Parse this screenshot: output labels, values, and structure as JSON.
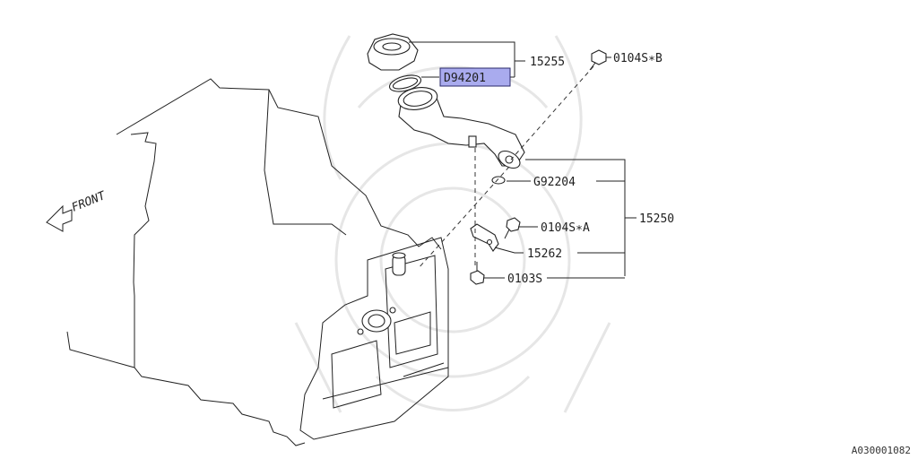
{
  "front_label": "FRONT",
  "callouts": {
    "p15255": "15255",
    "d94201": "D94201",
    "b0104_b": "0104S∗B",
    "g92204": "G92204",
    "p15250": "15250",
    "b0104_a": "0104S∗A",
    "p15262": "15262",
    "b0103": "0103S"
  },
  "highlight_color": "#a9abee",
  "reference_code": "A030001082"
}
